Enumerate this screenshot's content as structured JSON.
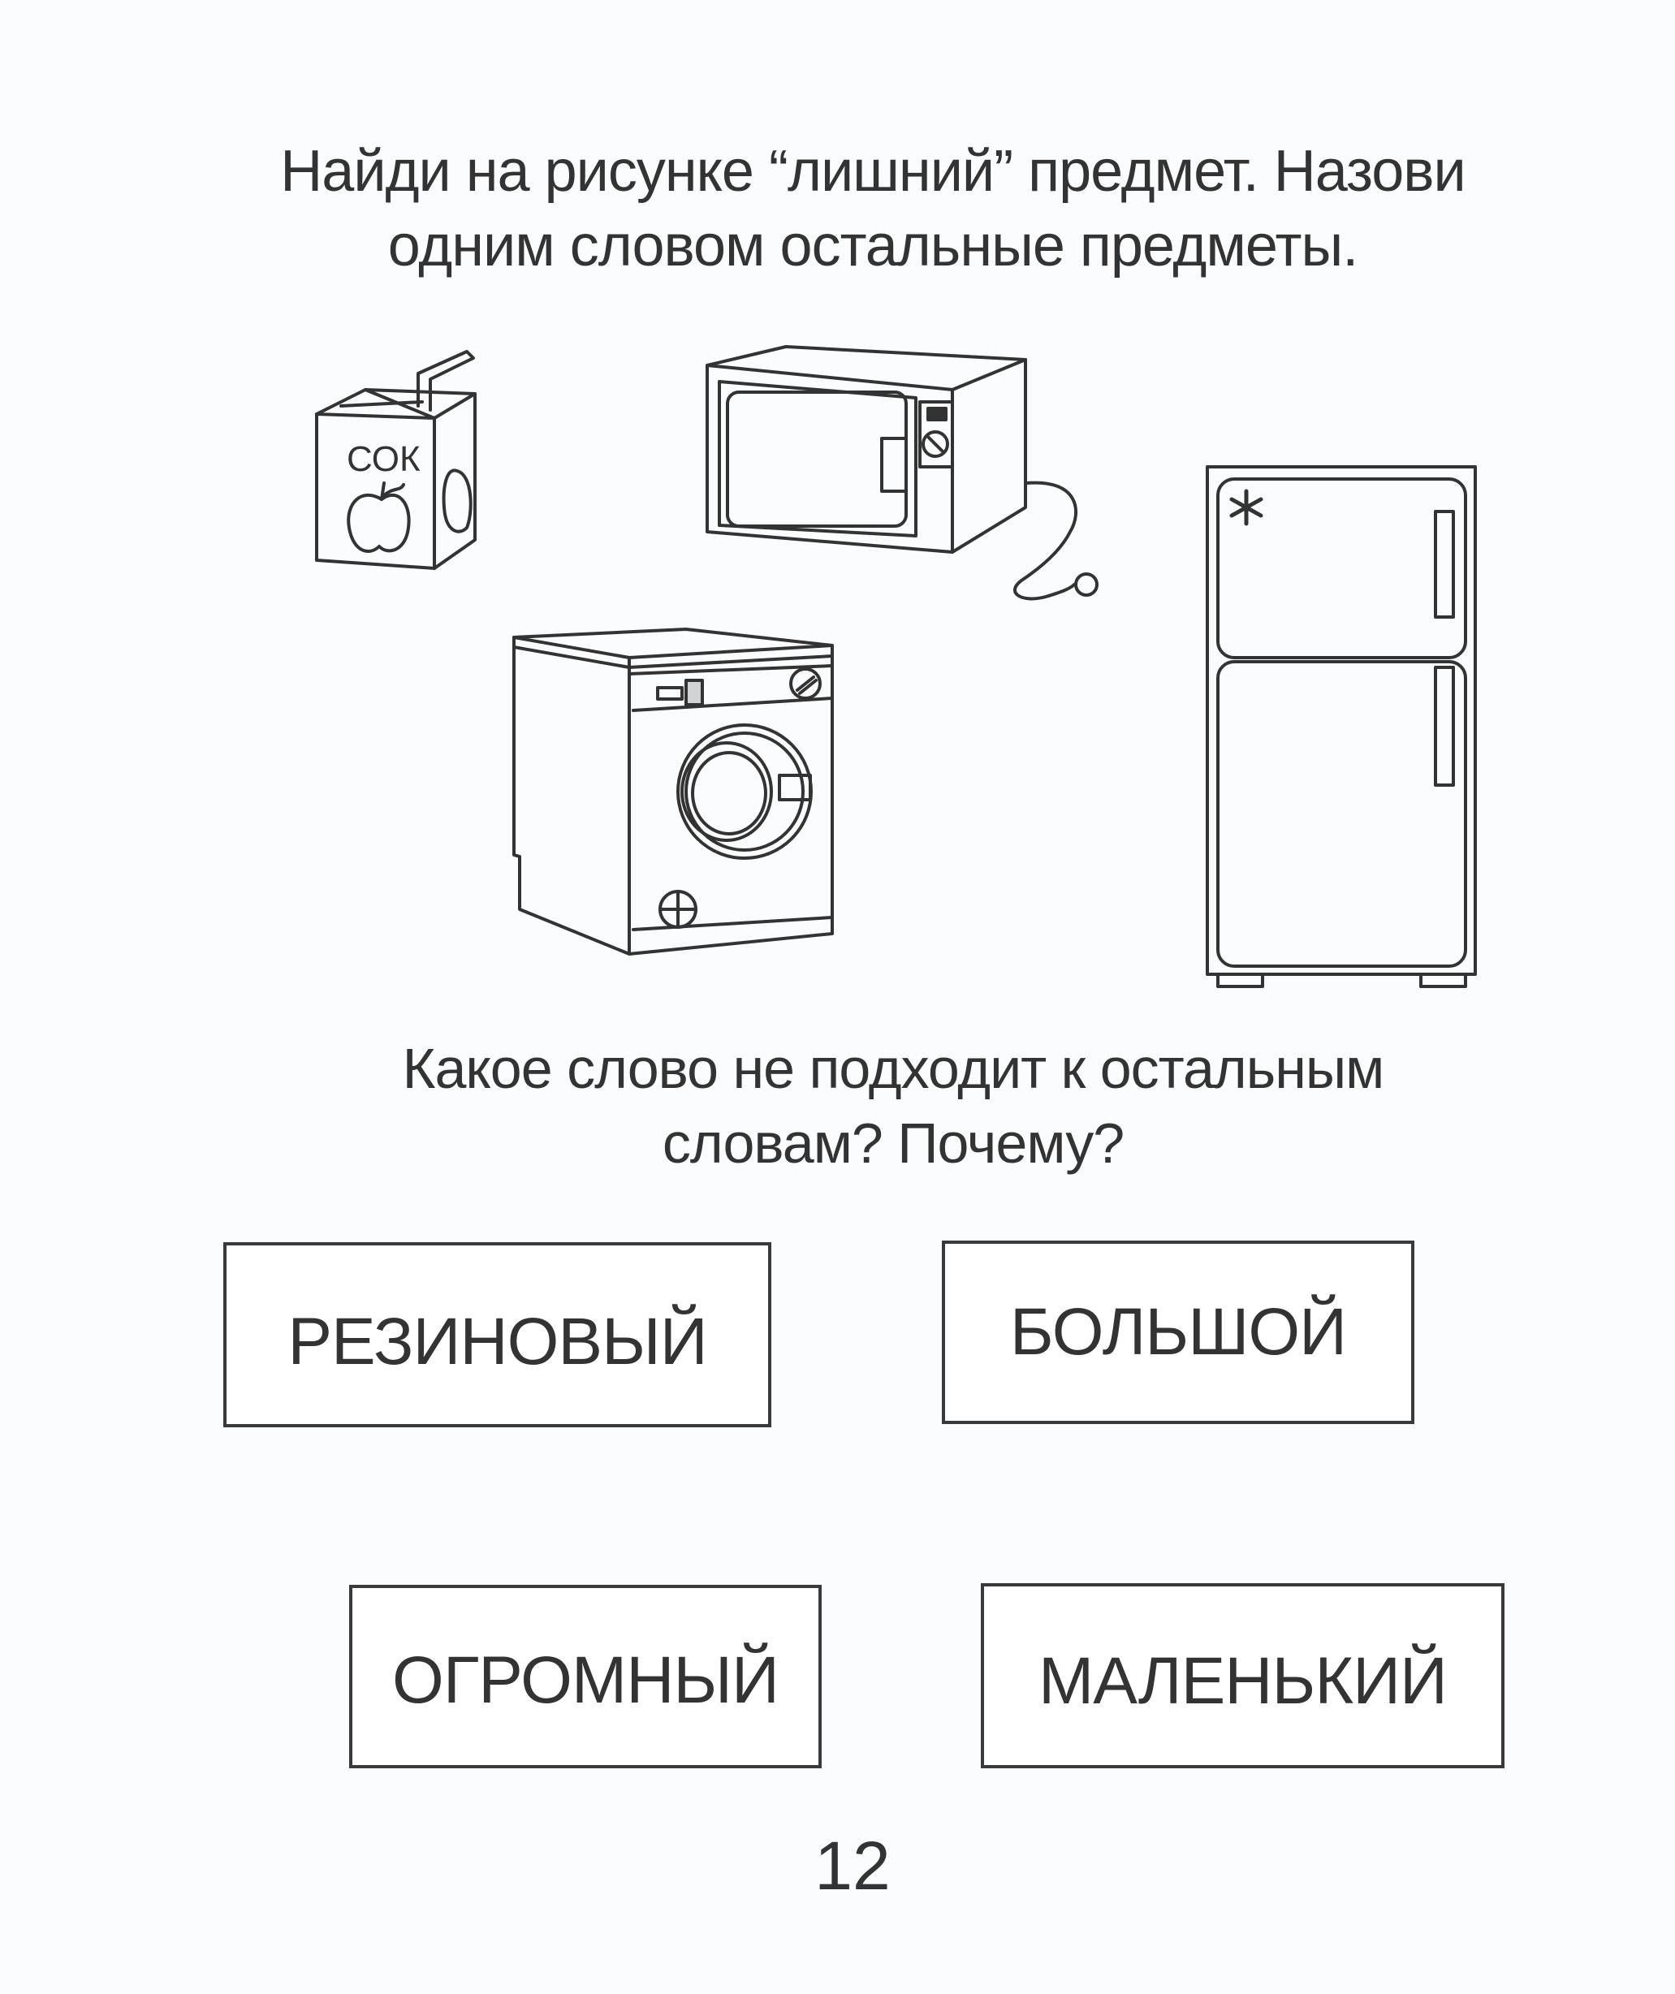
{
  "task1": {
    "instruction_lines": [
      "Найди на рисунке “лишний” предмет.  Назови",
      "одним словом остальные предметы."
    ],
    "pictures": [
      {
        "name": "juice-box",
        "label": "СОК"
      },
      {
        "name": "microwave"
      },
      {
        "name": "washing-machine"
      },
      {
        "name": "refrigerator"
      }
    ]
  },
  "task2": {
    "question_lines": [
      "Какое слово не подходит к остальным",
      "словам? Почему?"
    ],
    "words": [
      "РЕЗИНОВЫЙ",
      "БОЛЬШОЙ",
      "ОГРОМНЫЙ",
      "МАЛЕНЬКИЙ"
    ]
  },
  "page_number": "12",
  "colors": {
    "ink": "#333333",
    "paper": "#fbfcfd"
  }
}
